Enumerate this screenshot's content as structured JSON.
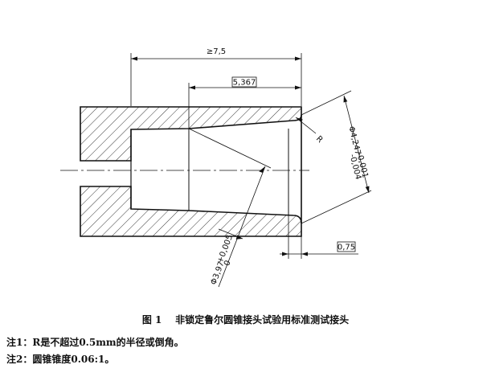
{
  "drawing": {
    "dimensions": {
      "overall_length": "≥7,5",
      "cone_length": "5,367",
      "outer_diameter": "Φ4,247",
      "outer_tol_upper": "-0,001",
      "outer_tol_lower": "-0,004",
      "radius": "R",
      "end_gap": "0,75",
      "inner_diameter": "Φ3,97",
      "inner_tol_upper": "+0,005",
      "inner_tol_lower": "0"
    }
  },
  "caption": {
    "figure": "图 1",
    "title": "非锁定鲁尔圆锥接头试验用标准测试接头"
  },
  "notes": [
    "注1：R是不超过0.5mm的半径或倒角。",
    "注2：圆锥锥度0.06:1。"
  ]
}
